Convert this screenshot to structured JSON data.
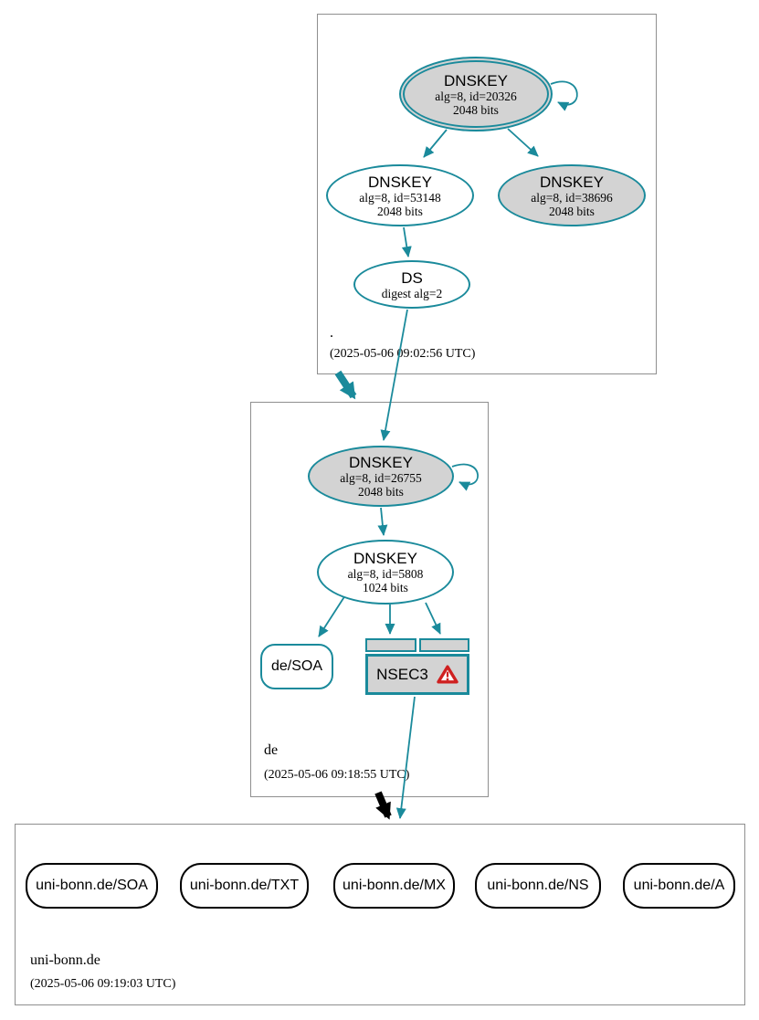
{
  "diagram_type": "dnssec-authentication-chain",
  "colors": {
    "secure_teal": "#1a8a9b",
    "node_fill_gray": "#d3d3d3",
    "warning_red": "#cf2020",
    "insecure_black": "#000000",
    "zone_box_border": "#8f8f8f"
  },
  "zones": {
    "root": {
      "label": ".",
      "timestamp": "(2025-05-06 09:02:56 UTC)"
    },
    "de": {
      "label": "de",
      "timestamp": "(2025-05-06 09:18:55 UTC)"
    },
    "uni_bonn": {
      "label": "uni-bonn.de",
      "timestamp": "(2025-05-06 09:19:03 UTC)"
    }
  },
  "nodes": {
    "root_ksk": {
      "type": "DNSKEY",
      "line1": "alg=8, id=20326",
      "line2": "2048 bits"
    },
    "root_zsk": {
      "type": "DNSKEY",
      "line1": "alg=8, id=53148",
      "line2": "2048 bits"
    },
    "root_key2": {
      "type": "DNSKEY",
      "line1": "alg=8, id=38696",
      "line2": "2048 bits"
    },
    "root_ds": {
      "type": "DS",
      "line1": "digest alg=2"
    },
    "de_ksk": {
      "type": "DNSKEY",
      "line1": "alg=8, id=26755",
      "line2": "2048 bits"
    },
    "de_zsk": {
      "type": "DNSKEY",
      "line1": "alg=8, id=5808",
      "line2": "1024 bits"
    },
    "de_soa": {
      "label": "de/SOA"
    },
    "de_nsec3": {
      "label": "NSEC3"
    },
    "uni_soa": {
      "label": "uni-bonn.de/SOA"
    },
    "uni_txt": {
      "label": "uni-bonn.de/TXT"
    },
    "uni_mx": {
      "label": "uni-bonn.de/MX"
    },
    "uni_ns": {
      "label": "uni-bonn.de/NS"
    },
    "uni_a": {
      "label": "uni-bonn.de/A"
    }
  }
}
